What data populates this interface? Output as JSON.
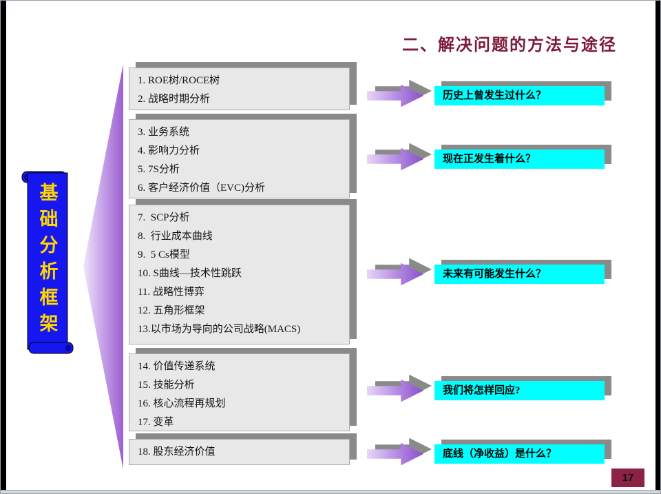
{
  "slide": {
    "title": "二、解决问题的方法与途径",
    "page_number": "17",
    "banner": {
      "text": "基础分析框架"
    },
    "groups": [
      {
        "items": [
          "1. ROE树/ROCE树",
          "2. 战略时期分析"
        ],
        "question": "历史上曾发生过什么？"
      },
      {
        "items": [
          "3. 业务系统",
          "4. 影响力分析",
          "5. 7S分析",
          "6. 客户经济价值（EVC)分析"
        ],
        "question": "现在正发生着什么？"
      },
      {
        "items": [
          "7.  SCP分析",
          "8.  行业成本曲线",
          "9.  5 Cs模型",
          "10. S曲线—技术性跳跃",
          "11. 战略性博弈",
          "12. 五角形框架",
          "13.以市场为导向的公司战略(MACS)"
        ],
        "question": "未来有可能发生什么？"
      },
      {
        "items": [
          "14. 价值传递系统",
          "15. 技能分析",
          "16. 核心流程再规划",
          "17. 变革"
        ],
        "question": "我们将怎样回应?"
      },
      {
        "items": [
          "18. 股东经济价值"
        ],
        "question": "底线（净收益）是什么？"
      }
    ],
    "colors": {
      "title": "#7d1b38",
      "banner_fill": "#1616f0",
      "banner_text": "#ffd700",
      "question_fill": "#00ffff",
      "arrow_purple": "#8a4fc8",
      "shadow_gray": "#8a8a8a",
      "page_box": "#8c2244"
    }
  }
}
